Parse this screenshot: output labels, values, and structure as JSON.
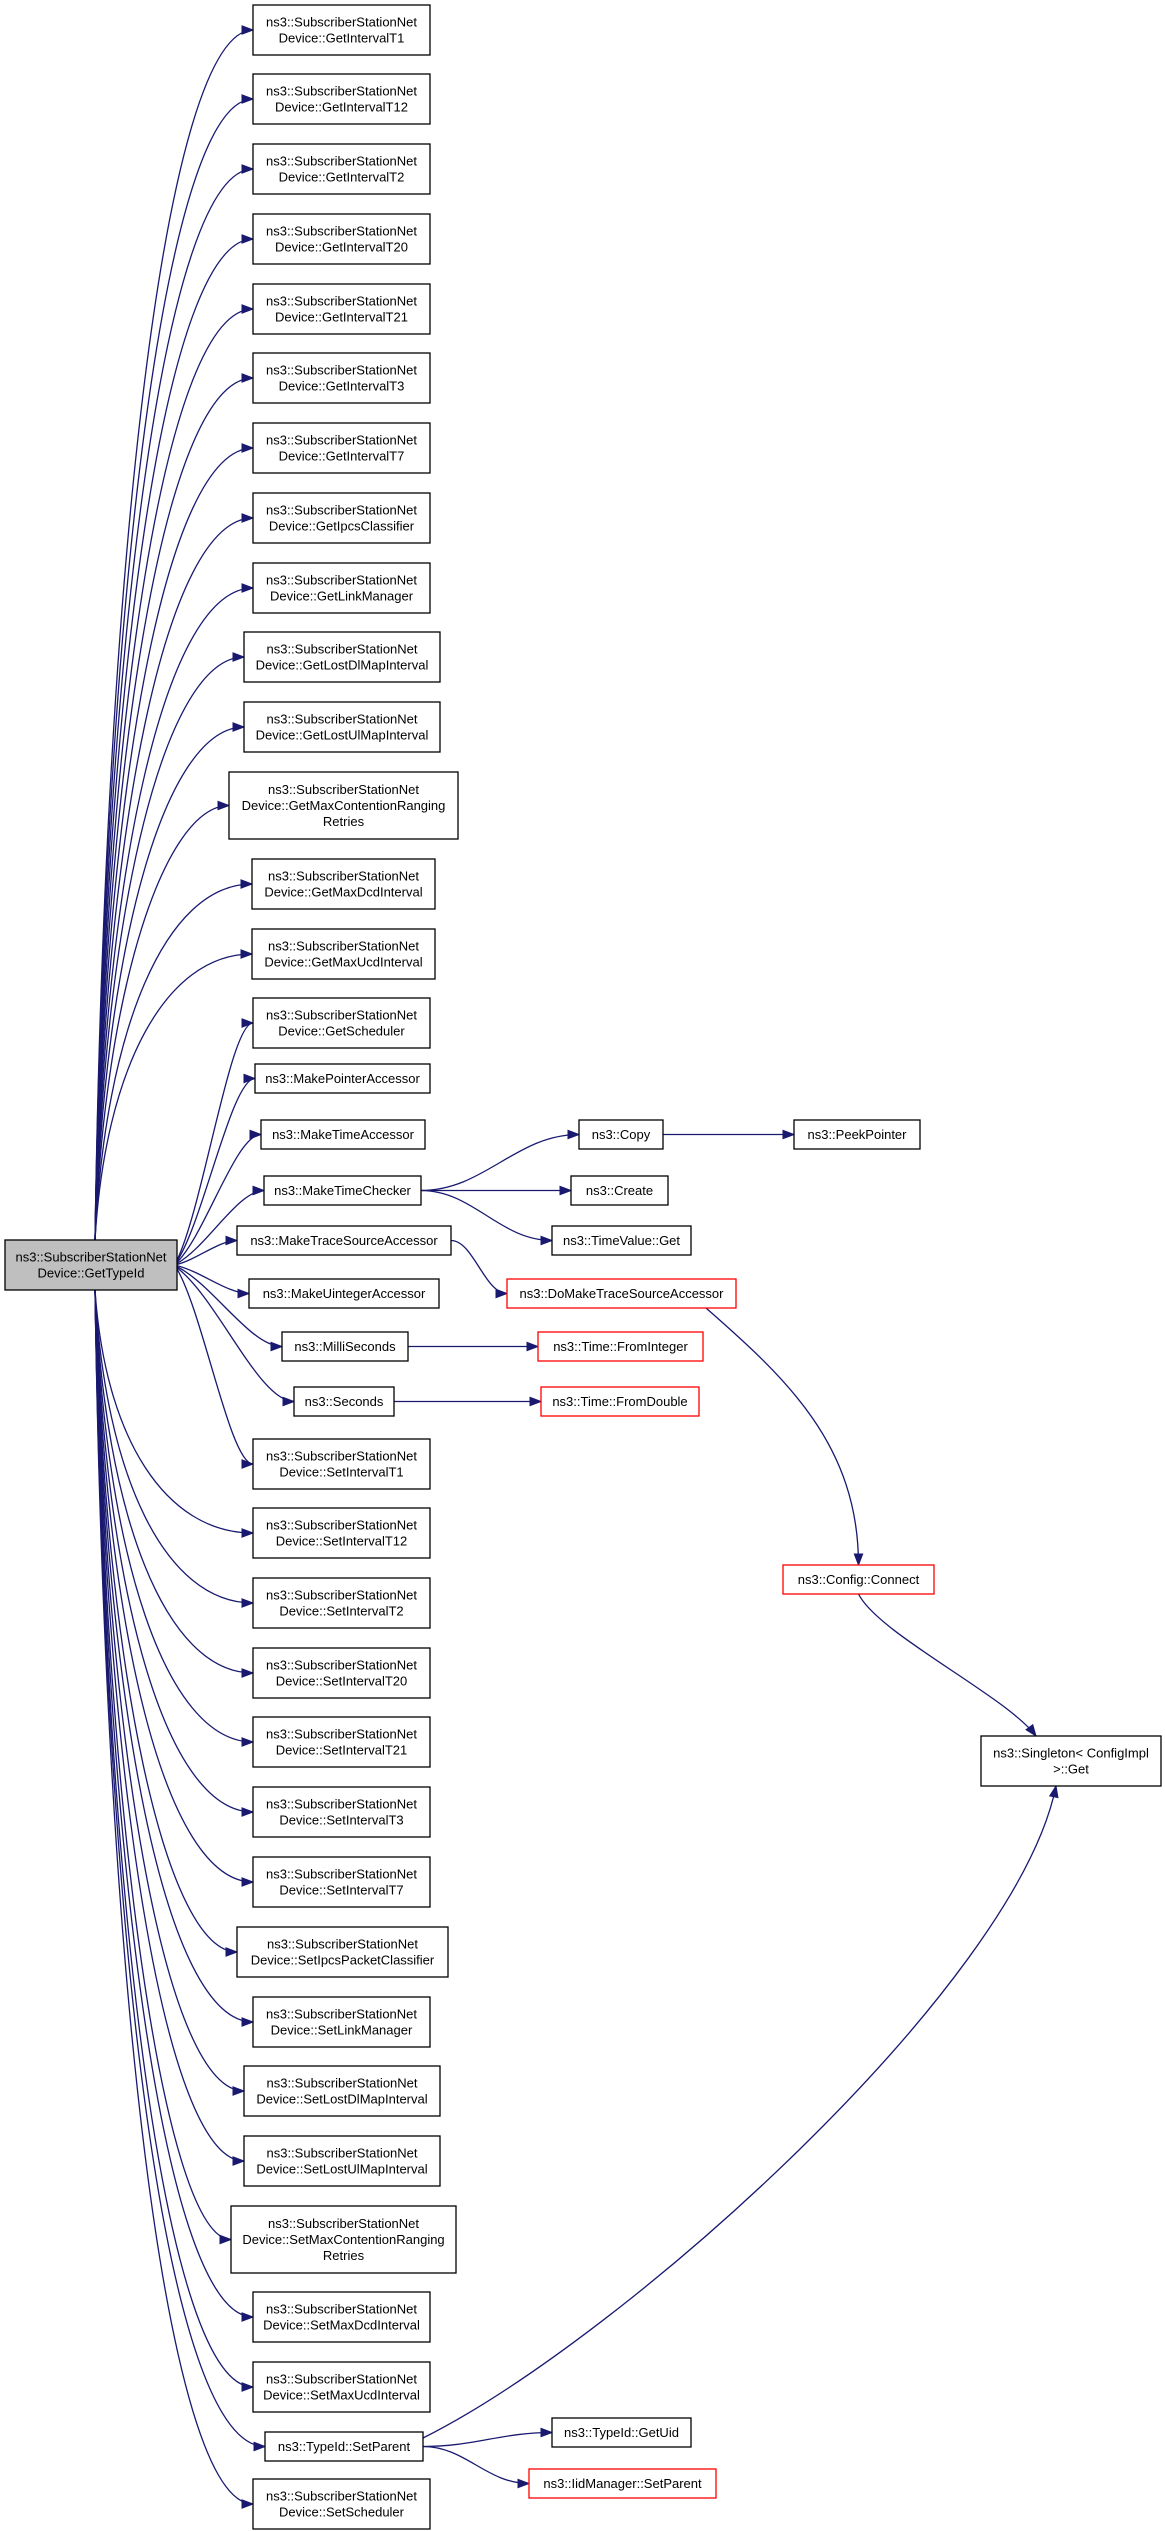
{
  "root": {
    "id": "root",
    "lines": [
      "ns3::SubscriberStationNet",
      "Device::GetTypeId"
    ]
  },
  "callees": [
    {
      "id": "n1",
      "lines": [
        "ns3::SubscriberStationNet",
        "Device::GetIntervalT1"
      ]
    },
    {
      "id": "n2",
      "lines": [
        "ns3::SubscriberStationNet",
        "Device::GetIntervalT12"
      ]
    },
    {
      "id": "n3",
      "lines": [
        "ns3::SubscriberStationNet",
        "Device::GetIntervalT2"
      ]
    },
    {
      "id": "n4",
      "lines": [
        "ns3::SubscriberStationNet",
        "Device::GetIntervalT20"
      ]
    },
    {
      "id": "n5",
      "lines": [
        "ns3::SubscriberStationNet",
        "Device::GetIntervalT21"
      ]
    },
    {
      "id": "n6",
      "lines": [
        "ns3::SubscriberStationNet",
        "Device::GetIntervalT3"
      ]
    },
    {
      "id": "n7",
      "lines": [
        "ns3::SubscriberStationNet",
        "Device::GetIntervalT7"
      ]
    },
    {
      "id": "n8",
      "lines": [
        "ns3::SubscriberStationNet",
        "Device::GetIpcsClassifier"
      ]
    },
    {
      "id": "n9",
      "lines": [
        "ns3::SubscriberStationNet",
        "Device::GetLinkManager"
      ]
    },
    {
      "id": "n10",
      "lines": [
        "ns3::SubscriberStationNet",
        "Device::GetLostDlMapInterval"
      ]
    },
    {
      "id": "n11",
      "lines": [
        "ns3::SubscriberStationNet",
        "Device::GetLostUlMapInterval"
      ]
    },
    {
      "id": "n12",
      "lines": [
        "ns3::SubscriberStationNet",
        "Device::GetMaxContentionRanging",
        "Retries"
      ]
    },
    {
      "id": "n13",
      "lines": [
        "ns3::SubscriberStationNet",
        "Device::GetMaxDcdInterval"
      ]
    },
    {
      "id": "n14",
      "lines": [
        "ns3::SubscriberStationNet",
        "Device::GetMaxUcdInterval"
      ]
    },
    {
      "id": "n15",
      "lines": [
        "ns3::SubscriberStationNet",
        "Device::GetScheduler"
      ]
    },
    {
      "id": "n16",
      "lines": [
        "ns3::MakePointerAccessor"
      ]
    },
    {
      "id": "n17",
      "lines": [
        "ns3::MakeTimeAccessor"
      ]
    },
    {
      "id": "n18",
      "lines": [
        "ns3::MakeTimeChecker"
      ]
    },
    {
      "id": "n19",
      "lines": [
        "ns3::MakeTraceSourceAccessor"
      ]
    },
    {
      "id": "n20",
      "lines": [
        "ns3::MakeUintegerAccessor"
      ]
    },
    {
      "id": "n21",
      "lines": [
        "ns3::MilliSeconds"
      ]
    },
    {
      "id": "n22",
      "lines": [
        "ns3::Seconds"
      ]
    },
    {
      "id": "n23",
      "lines": [
        "ns3::SubscriberStationNet",
        "Device::SetIntervalT1"
      ]
    },
    {
      "id": "n24",
      "lines": [
        "ns3::SubscriberStationNet",
        "Device::SetIntervalT12"
      ]
    },
    {
      "id": "n25",
      "lines": [
        "ns3::SubscriberStationNet",
        "Device::SetIntervalT2"
      ]
    },
    {
      "id": "n26",
      "lines": [
        "ns3::SubscriberStationNet",
        "Device::SetIntervalT20"
      ]
    },
    {
      "id": "n27",
      "lines": [
        "ns3::SubscriberStationNet",
        "Device::SetIntervalT21"
      ]
    },
    {
      "id": "n28",
      "lines": [
        "ns3::SubscriberStationNet",
        "Device::SetIntervalT3"
      ]
    },
    {
      "id": "n29",
      "lines": [
        "ns3::SubscriberStationNet",
        "Device::SetIntervalT7"
      ]
    },
    {
      "id": "n30",
      "lines": [
        "ns3::SubscriberStationNet",
        "Device::SetIpcsPacketClassifier"
      ]
    },
    {
      "id": "n31",
      "lines": [
        "ns3::SubscriberStationNet",
        "Device::SetLinkManager"
      ]
    },
    {
      "id": "n32",
      "lines": [
        "ns3::SubscriberStationNet",
        "Device::SetLostDlMapInterval"
      ]
    },
    {
      "id": "n33",
      "lines": [
        "ns3::SubscriberStationNet",
        "Device::SetLostUlMapInterval"
      ]
    },
    {
      "id": "n34",
      "lines": [
        "ns3::SubscriberStationNet",
        "Device::SetMaxContentionRanging",
        "Retries"
      ]
    },
    {
      "id": "n35",
      "lines": [
        "ns3::SubscriberStationNet",
        "Device::SetMaxDcdInterval"
      ]
    },
    {
      "id": "n36",
      "lines": [
        "ns3::SubscriberStationNet",
        "Device::SetMaxUcdInterval"
      ]
    },
    {
      "id": "n37",
      "lines": [
        "ns3::TypeId::SetParent"
      ]
    },
    {
      "id": "n38",
      "lines": [
        "ns3::SubscriberStationNet",
        "Device::SetScheduler"
      ]
    }
  ],
  "secondary": [
    {
      "id": "m1",
      "lines": [
        "ns3::Copy"
      ]
    },
    {
      "id": "m2",
      "lines": [
        "ns3::PeekPointer"
      ]
    },
    {
      "id": "m3",
      "lines": [
        "ns3::Create"
      ]
    },
    {
      "id": "m4",
      "lines": [
        "ns3::TimeValue::Get"
      ]
    },
    {
      "id": "m5",
      "lines": [
        "ns3::DoMakeTraceSourceAccessor"
      ],
      "truncated": true
    },
    {
      "id": "m6",
      "lines": [
        "ns3::Time::FromInteger"
      ],
      "truncated": true
    },
    {
      "id": "m7",
      "lines": [
        "ns3::Time::FromDouble"
      ],
      "truncated": true
    },
    {
      "id": "m8",
      "lines": [
        "ns3::Config::Connect"
      ],
      "truncated": true
    },
    {
      "id": "m9",
      "lines": [
        "ns3::Singleton< ConfigImpl",
        " >::Get"
      ]
    },
    {
      "id": "m10",
      "lines": [
        "ns3::TypeId::GetUid"
      ]
    },
    {
      "id": "m11",
      "lines": [
        "ns3::IidManager::SetParent"
      ],
      "truncated": true
    }
  ],
  "edges": [
    {
      "from": "n18",
      "to": "m1"
    },
    {
      "from": "m1",
      "to": "m2"
    },
    {
      "from": "n18",
      "to": "m3"
    },
    {
      "from": "n18",
      "to": "m4"
    },
    {
      "from": "n19",
      "to": "m5"
    },
    {
      "from": "n21",
      "to": "m6"
    },
    {
      "from": "n22",
      "to": "m7"
    },
    {
      "from": "m5",
      "to": "m8"
    },
    {
      "from": "m8",
      "to": "m9"
    },
    {
      "from": "n37",
      "to": "m9"
    },
    {
      "from": "n37",
      "to": "m10"
    },
    {
      "from": "n37",
      "to": "m11"
    }
  ],
  "colors": {
    "edge": "#191970",
    "node_border": "#000000",
    "truncated_border": "#ff0000",
    "root_fill": "#bfbfbf",
    "node_fill": "#ffffff"
  }
}
